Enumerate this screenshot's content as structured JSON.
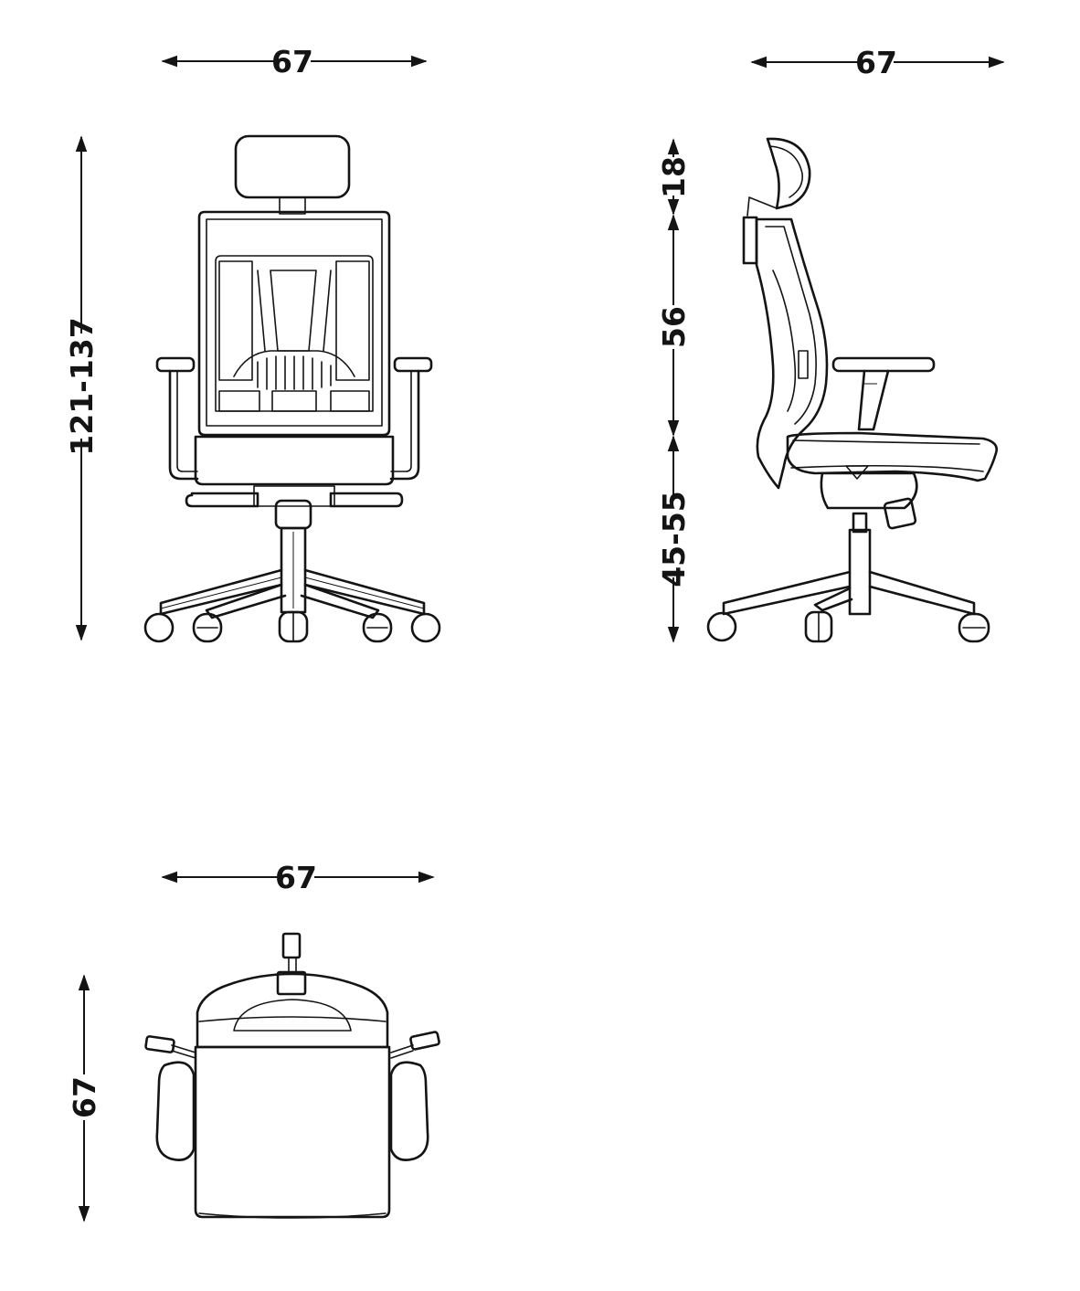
{
  "front_view": {
    "width_label": "67",
    "height_label": "121-137"
  },
  "side_view": {
    "depth_label": "67",
    "headrest_label": "18",
    "backrest_label": "56",
    "seat_height_label": "45-55"
  },
  "top_view": {
    "width_label": "67",
    "depth_label": "67"
  },
  "colors": {
    "line": "#141414",
    "background": "#ffffff"
  }
}
